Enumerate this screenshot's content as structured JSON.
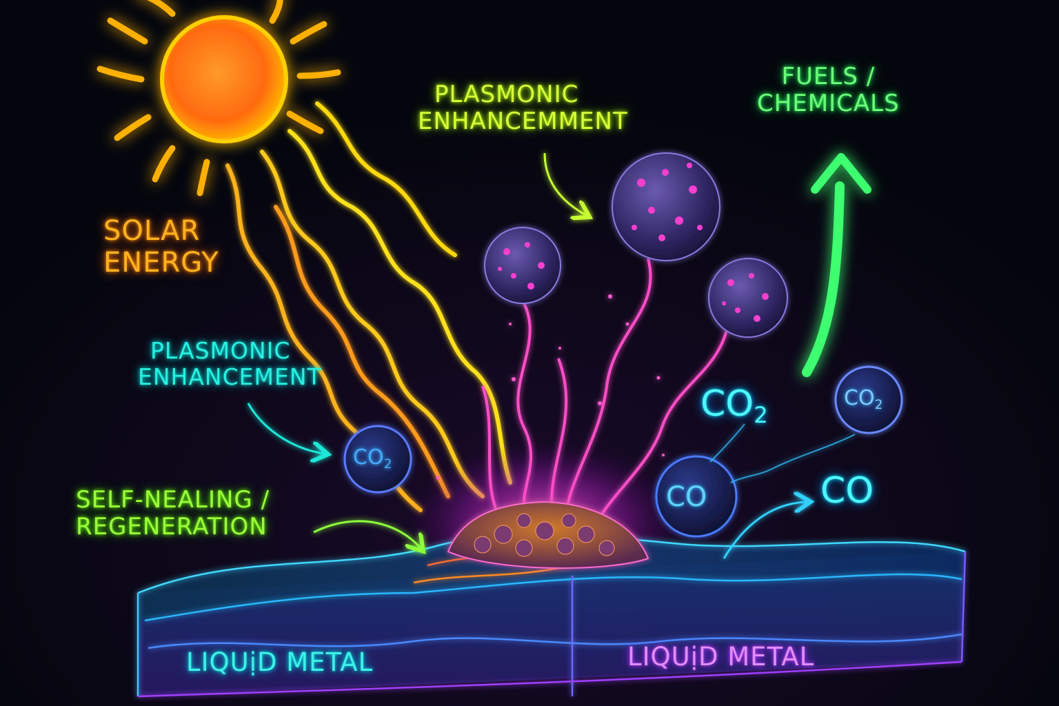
{
  "labels": {
    "solar_line1": "SOLAR",
    "solar_line2": "ENERGY",
    "plasmonic_top_line1": "PLASMONIC",
    "plasmonic_top_line2": "ENHANCEMMENT",
    "plasmonic_left_line1": "PLASMONIC",
    "plasmonic_left_line2": "ENHANCEMENT",
    "healing_line1": "SELF-NEALING /",
    "healing_line2": "REGENERATION",
    "fuels_line1": "FUELS /",
    "fuels_line2": "CHEMICALS",
    "liquid_metal_left": "LIQUịD METAL",
    "liquid_metal_right": "LIQUịD METAL"
  },
  "molecules": {
    "co2_bubble_left": "CO",
    "co2_bubble_left_sub": "2",
    "co2_bubble_right": "CO",
    "co2_bubble_right_sub": "2",
    "co2_free": "CO",
    "co2_free_sub": "2",
    "co_bubble": "CO",
    "co_free": "CO"
  },
  "colors": {
    "background": "#04060d",
    "sun": "#ff7a10",
    "rays": "#ffd21a",
    "plasma": "#ff3fc8",
    "nanoparticle": "#4a3a8a",
    "liquid_metal": "#2a6aff",
    "arrow_green": "#3cff70",
    "arrow_cyan": "#1fe8d8"
  },
  "icons": {
    "sun": "sun-icon",
    "nanoparticle": "nanoparticle-icon",
    "molecule": "molecule-bubble-icon",
    "arrow": "arrow-icon"
  }
}
